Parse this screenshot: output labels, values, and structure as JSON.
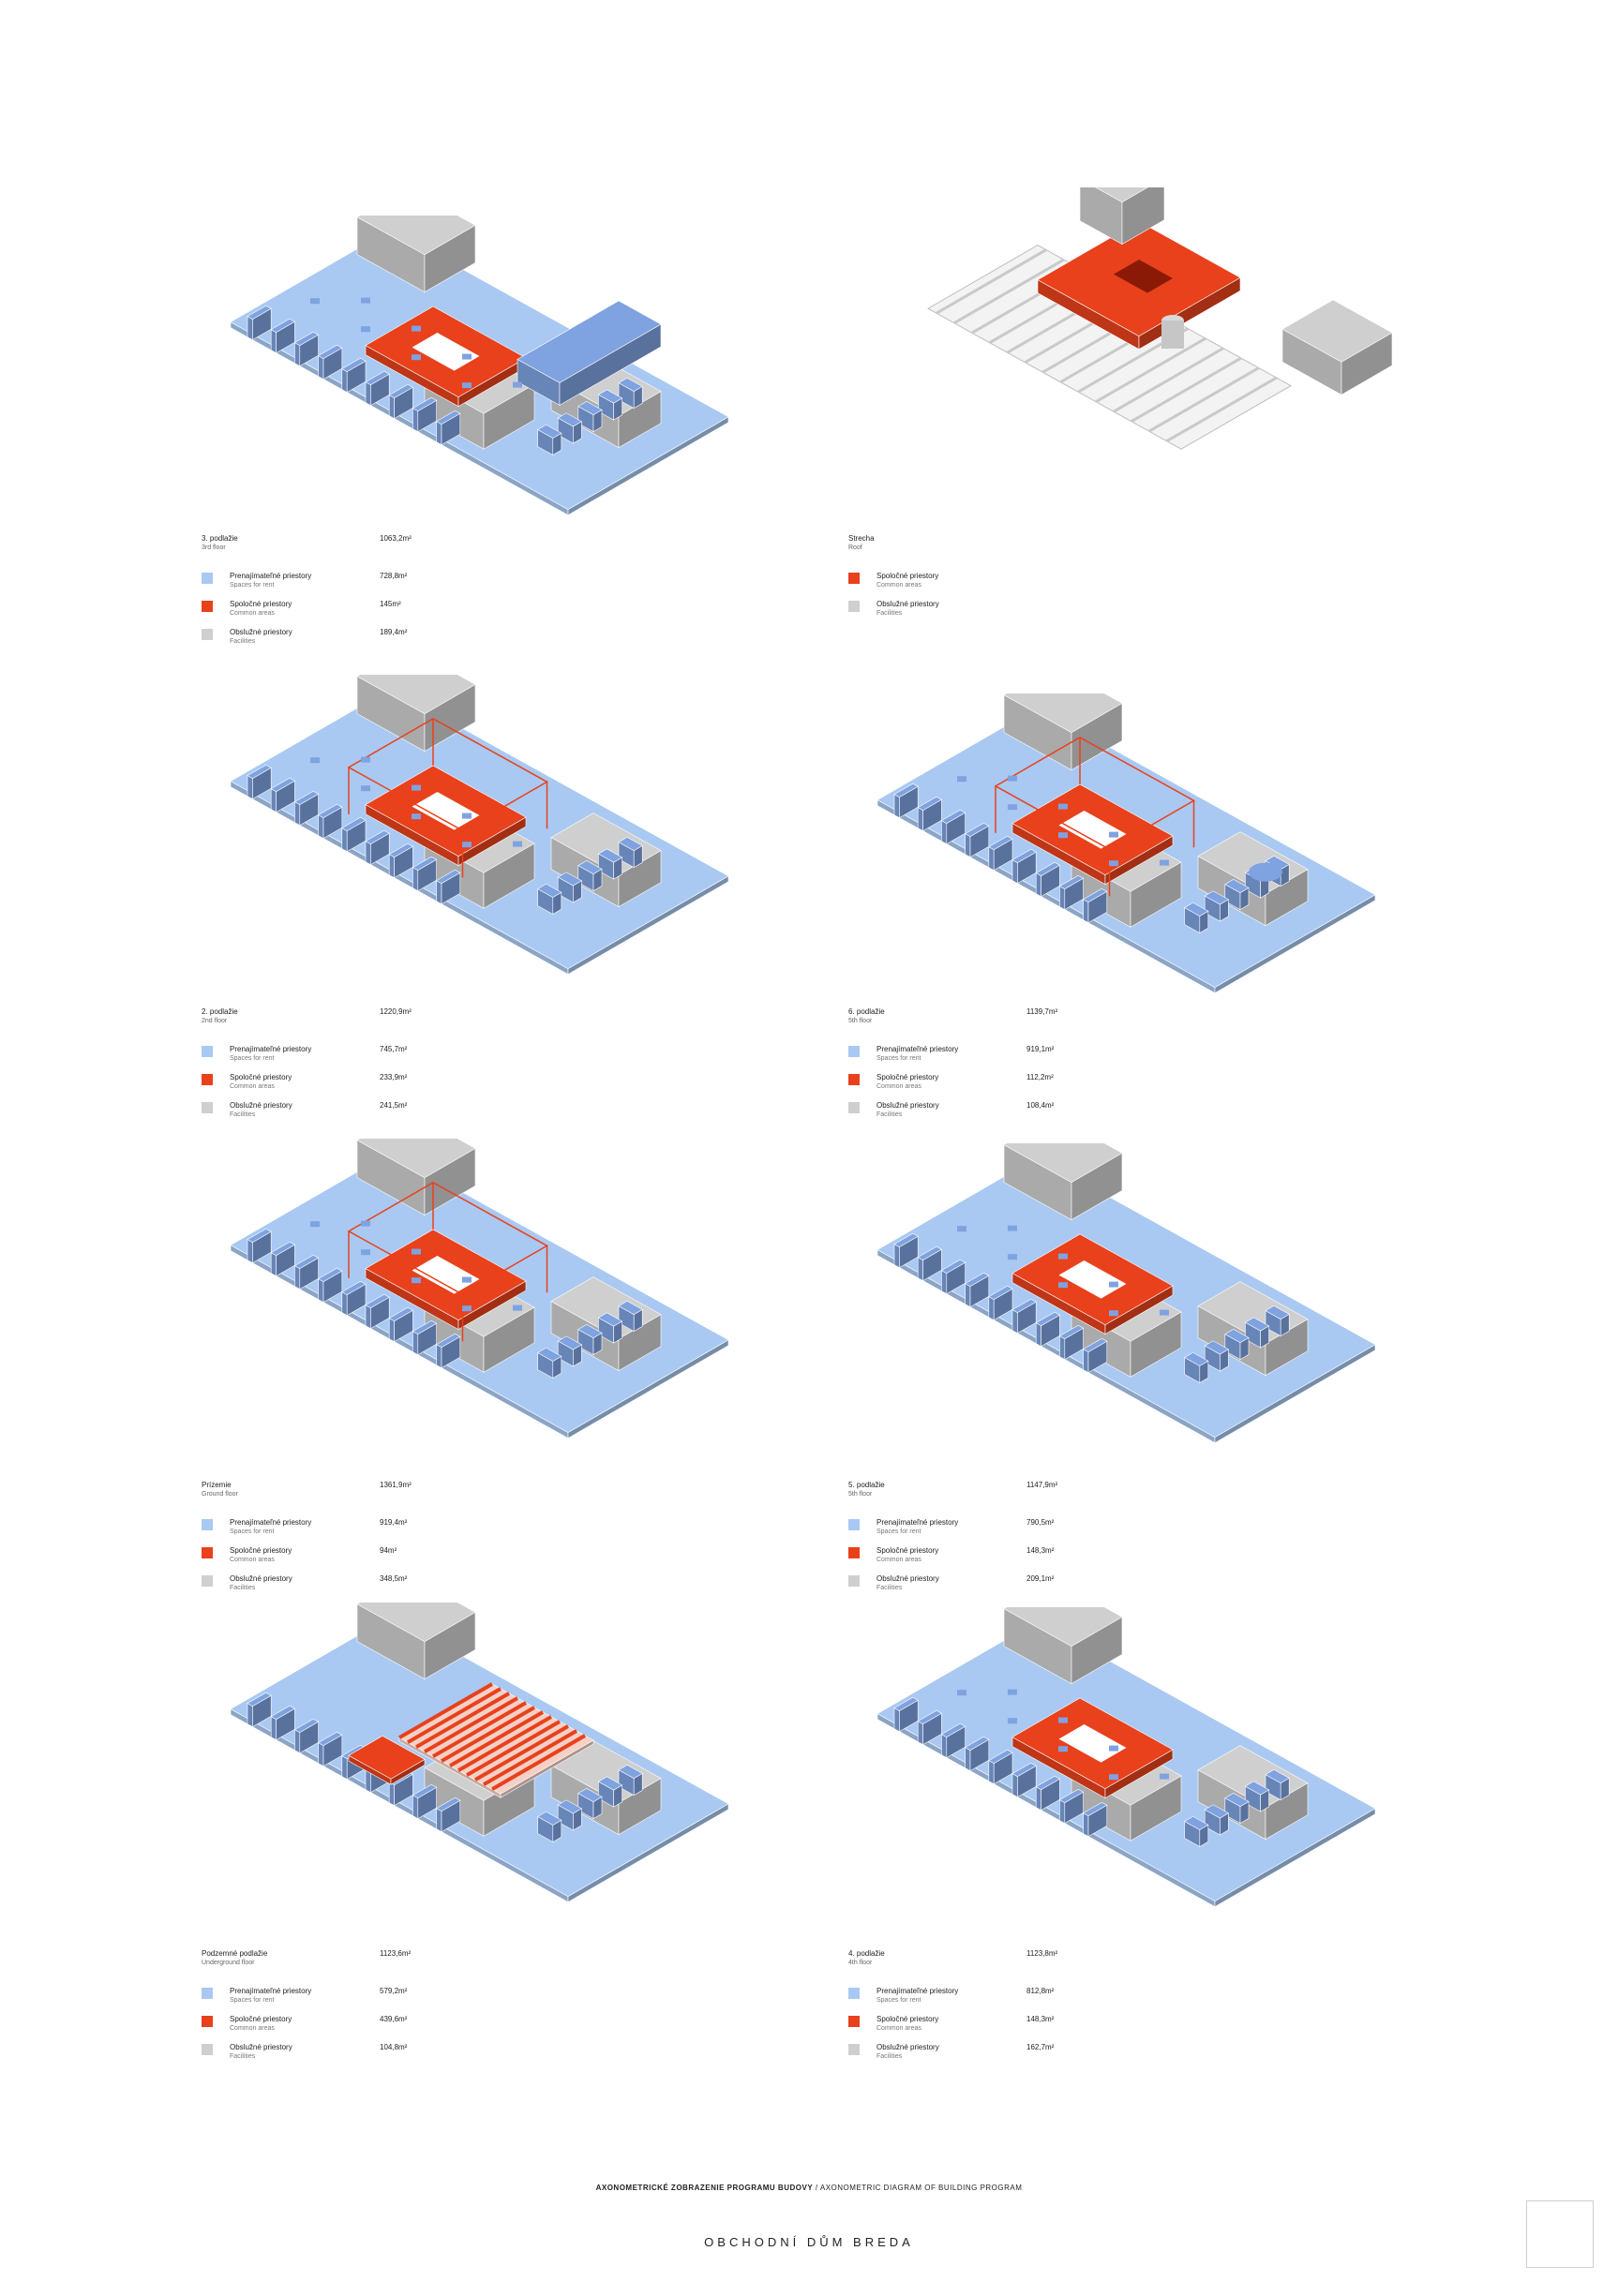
{
  "colors": {
    "rent": "#a9c9f2",
    "rent_dark": "#7fa2e0",
    "common": "#e8411c",
    "facilities": "#cfcfcf",
    "facilities_dark": "#a8a8a8"
  },
  "panels": [
    {
      "id": "floor3",
      "name": "3. podlažie",
      "name_en": "3rd floor",
      "area": "1063,2m²",
      "rows": [
        {
          "label": "Prenajímateľné priestory",
          "label_en": "Spaces for rent",
          "value": "728,8m²",
          "type": "rent"
        },
        {
          "label": "Spoločné priestory",
          "label_en": "Common areas",
          "value": "145m²",
          "type": "common"
        },
        {
          "label": "Obslužné priestory",
          "label_en": "Facilities",
          "value": "189,4m²",
          "type": "facilities"
        }
      ]
    },
    {
      "id": "roof",
      "name": "Strecha",
      "name_en": "Roof",
      "area": "",
      "rows": [
        {
          "label": "Spoločné priestory",
          "label_en": "Common areas",
          "value": "",
          "type": "common"
        },
        {
          "label": "Obslužné priestory",
          "label_en": "Facilities",
          "value": "",
          "type": "facilities"
        }
      ]
    },
    {
      "id": "floor2",
      "name": "2. podlažie",
      "name_en": "2nd floor",
      "area": "1220,9m²",
      "rows": [
        {
          "label": "Prenajímateľné priestory",
          "label_en": "Spaces for rent",
          "value": "745,7m²",
          "type": "rent"
        },
        {
          "label": "Spoločné priestory",
          "label_en": "Common areas",
          "value": "233,9m²",
          "type": "common"
        },
        {
          "label": "Obslužné priestory",
          "label_en": "Facilities",
          "value": "241,5m²",
          "type": "facilities"
        }
      ]
    },
    {
      "id": "floor6",
      "name": "6. podlažie",
      "name_en": "5th floor",
      "area": "1139,7m²",
      "rows": [
        {
          "label": "Prenajímateľné priestory",
          "label_en": "Spaces for rent",
          "value": "919,1m²",
          "type": "rent"
        },
        {
          "label": "Spoločné priestory",
          "label_en": "Common areas",
          "value": "112,2m²",
          "type": "common"
        },
        {
          "label": "Obslužné priestory",
          "label_en": "Facilities",
          "value": "108,4m²",
          "type": "facilities"
        }
      ]
    },
    {
      "id": "ground",
      "name": "Prízemie",
      "name_en": "Ground floor",
      "area": "1361,9m²",
      "rows": [
        {
          "label": "Prenajímateľné priestory",
          "label_en": "Spaces for rent",
          "value": "919,4m²",
          "type": "rent"
        },
        {
          "label": "Spoločné priestory",
          "label_en": "Common areas",
          "value": "94m²",
          "type": "common"
        },
        {
          "label": "Obslužné priestory",
          "label_en": "Facilities",
          "value": "348,5m²",
          "type": "facilities"
        }
      ]
    },
    {
      "id": "floor5",
      "name": "5. podlažie",
      "name_en": "5th floor",
      "area": "1147,9m²",
      "rows": [
        {
          "label": "Prenajímateľné priestory",
          "label_en": "Spaces for rent",
          "value": "790,5m²",
          "type": "rent"
        },
        {
          "label": "Spoločné priestory",
          "label_en": "Common areas",
          "value": "148,3m²",
          "type": "common"
        },
        {
          "label": "Obslužné priestory",
          "label_en": "Facilities",
          "value": "209,1m²",
          "type": "facilities"
        }
      ]
    },
    {
      "id": "underground",
      "name": "Podzemné podlažie",
      "name_en": "Underground floor",
      "area": "1123,6m²",
      "rows": [
        {
          "label": "Prenajímateľné priestory",
          "label_en": "Spaces for rent",
          "value": "579,2m²",
          "type": "rent"
        },
        {
          "label": "Spoločné priestory",
          "label_en": "Common areas",
          "value": "439,6m²",
          "type": "common"
        },
        {
          "label": "Obslužné priestory",
          "label_en": "Facilities",
          "value": "104,8m²",
          "type": "facilities"
        }
      ]
    },
    {
      "id": "floor4",
      "name": "4. podlažie",
      "name_en": "4th floor",
      "area": "1123,8m²",
      "rows": [
        {
          "label": "Prenajímateľné priestory",
          "label_en": "Spaces for rent",
          "value": "812,8m²",
          "type": "rent"
        },
        {
          "label": "Spoločné priestory",
          "label_en": "Common areas",
          "value": "148,3m²",
          "type": "common"
        },
        {
          "label": "Obslužné priestory",
          "label_en": "Facilities",
          "value": "162,7m²",
          "type": "facilities"
        }
      ]
    }
  ],
  "footer": {
    "subtitle_bold": "AXONOMETRICKÉ ZOBRAZENIE PROGRAMU BUDOVY",
    "subtitle_rest": " / AXONOMETRIC DIAGRAM OF BUILDING PROGRAM",
    "title": "OBCHODNÍ DŮM BREDA"
  }
}
